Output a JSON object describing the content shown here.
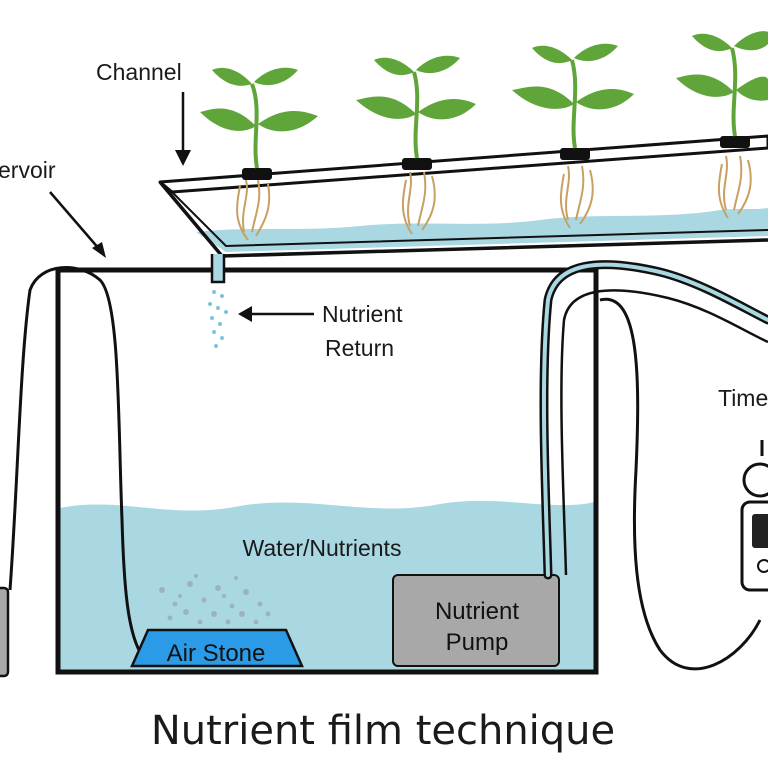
{
  "title": "Nutrient film technique",
  "labels": {
    "channel": "Channel",
    "reservoir": "ervoir",
    "nutrient_return_1": "Nutrient",
    "nutrient_return_2": "Return",
    "timer": "Time",
    "water_nutrients": "Water/Nutrients",
    "air_stone": "Air Stone",
    "nutrient_pump_1": "Nutrient",
    "nutrient_pump_2": "Pump"
  },
  "colors": {
    "water": "#a9d8e3",
    "air_stone": "#2b9be8",
    "pump": "#a8a8a8",
    "leaf": "#5fa53a",
    "root": "#c8a062",
    "outline": "#111111"
  }
}
